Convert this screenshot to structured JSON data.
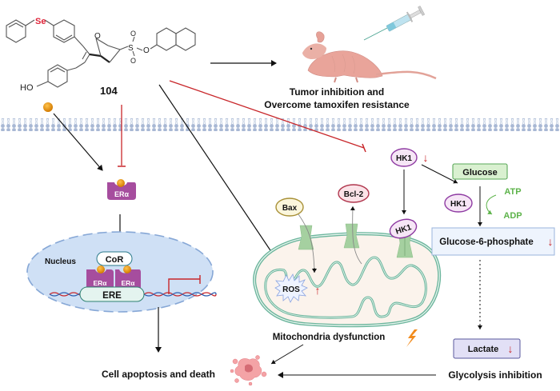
{
  "compound": {
    "label": "104",
    "selenium_label": "Se",
    "hydroxyl_label": "HO",
    "oxygen_bridge": "O",
    "sulfonyl_S": "S",
    "sulfonyl_O": "O",
    "ester_O": "O"
  },
  "in_vivo": {
    "outcome_line1": "Tumor inhibition and",
    "outcome_line2": "Overcome tamoxifen resistance"
  },
  "er_pathway": {
    "receptor_label": "ERα",
    "nucleus_label": "Nucleus",
    "corepressor_label": "CoR",
    "dimer_labels": [
      "ERα",
      "ERα"
    ],
    "element_label": "ERE",
    "outcome": "Cell apoptosis and death"
  },
  "mitochondria": {
    "bax_label": "Bax",
    "bcl2_label": "Bcl-2",
    "hk1_bound_label": "HK1",
    "ros_label": "ROS",
    "ros_arrow": "↑",
    "outcome": "Mitochondria dysfunction"
  },
  "glycolysis": {
    "hk1_label": "HK1",
    "hk1_arrow": "↓",
    "glucose_label": "Glucose",
    "hk1_enzyme_label": "HK1",
    "atp_label": "ATP",
    "adp_label": "ADP",
    "g6p_label": "Glucose-6-phosphate",
    "g6p_arrow": "↓",
    "lactate_label": "Lactate",
    "lactate_arrow": "↓",
    "outcome": "Glycolysis inhibition"
  },
  "colors": {
    "inhibition_red": "#c8262a",
    "activation_black": "#111111",
    "membrane_blue": "#9fb1cf",
    "nucleus_fill": "#cfe0f5",
    "erα_purple": "#a64d9e",
    "mito_green": "#6bb59c",
    "atp_green": "#5db34a",
    "ligand_orange": "#e08a00"
  }
}
